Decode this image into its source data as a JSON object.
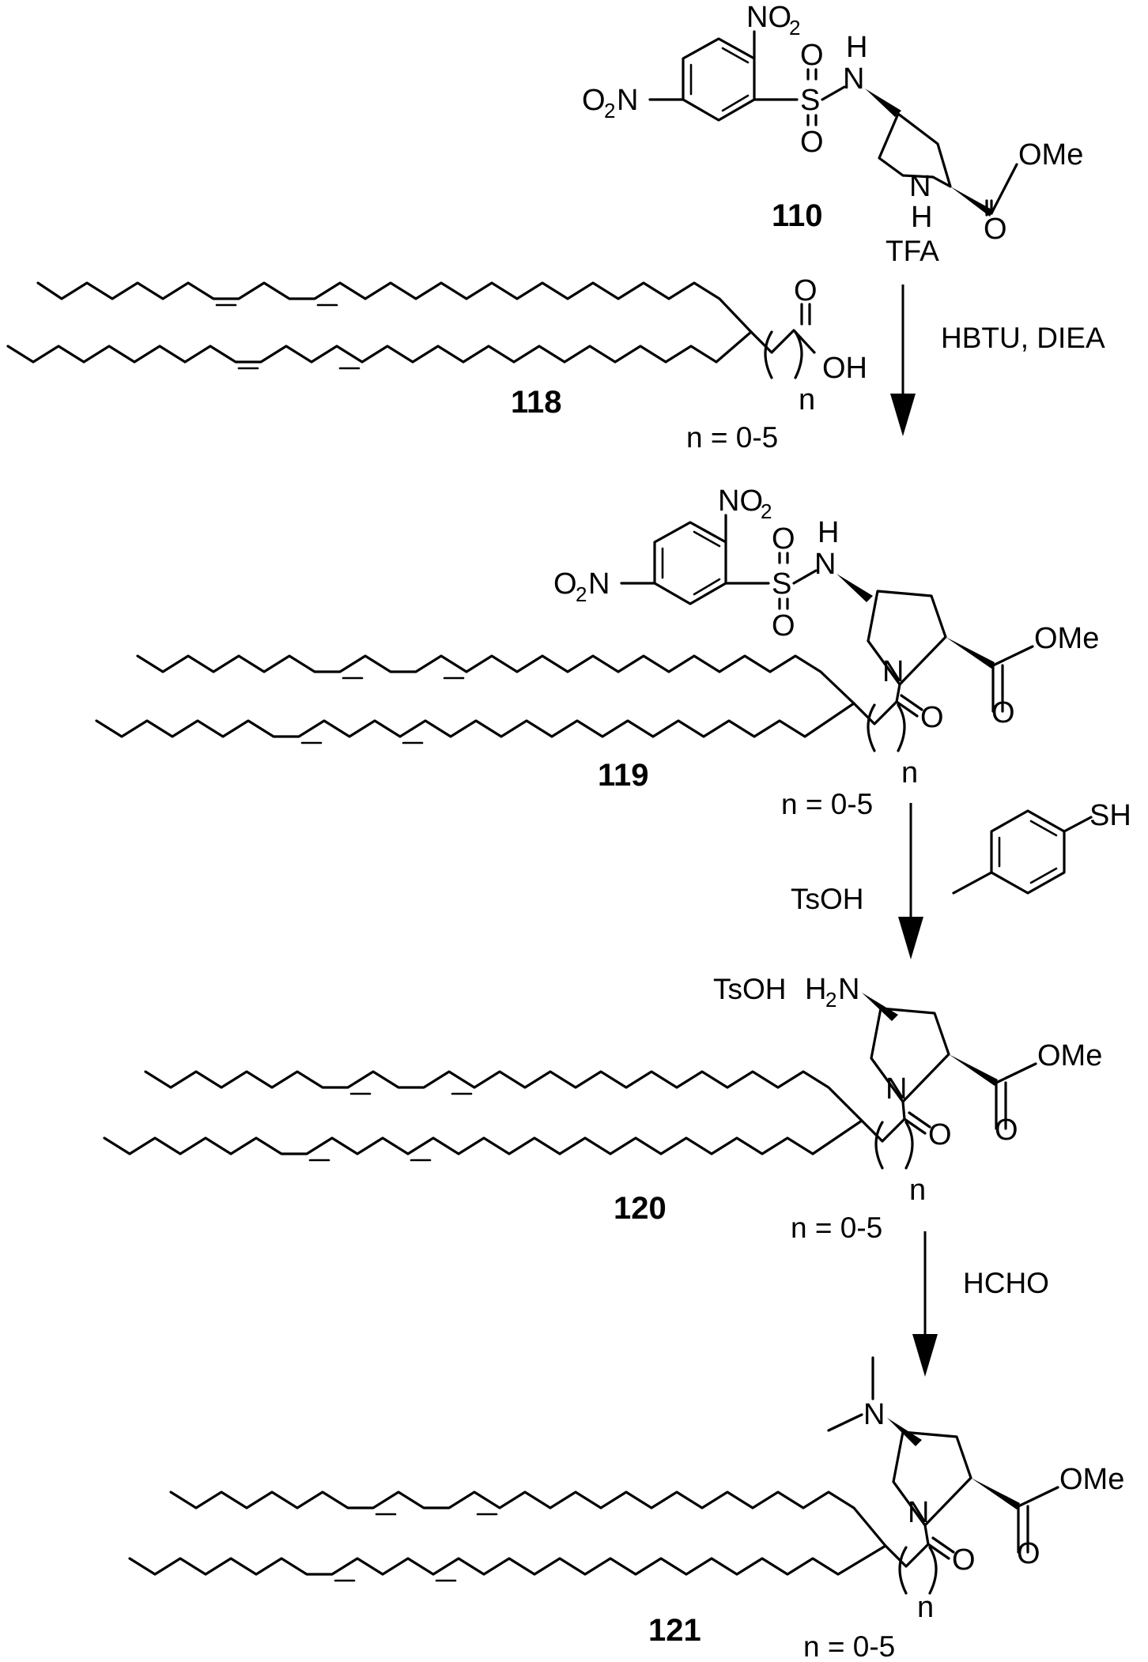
{
  "compounds": {
    "c110": {
      "label": "110",
      "salt": "TFA"
    },
    "c118": {
      "label": "118",
      "n_range": "n = 0-5"
    },
    "c119": {
      "label": "119",
      "n_range": "n = 0-5"
    },
    "c120": {
      "label": "120",
      "salt": "TsOH",
      "n_range": "n = 0-5"
    },
    "c121": {
      "label": "121",
      "n_range": "n = 0-5"
    }
  },
  "atoms": {
    "no2": "NO",
    "o2n": "O",
    "o2n_n": "N",
    "sub2": "2",
    "s": "S",
    "o": "O",
    "h": "H",
    "n": "N",
    "ome": "OMe",
    "oh": "OH",
    "sh": "SH",
    "h2n_h": "H",
    "h2n_n": "N",
    "n_letter": "n"
  },
  "reagents": {
    "step1": "HBTU, DIEA",
    "step2": "TsOH",
    "step3": "HCHO"
  }
}
